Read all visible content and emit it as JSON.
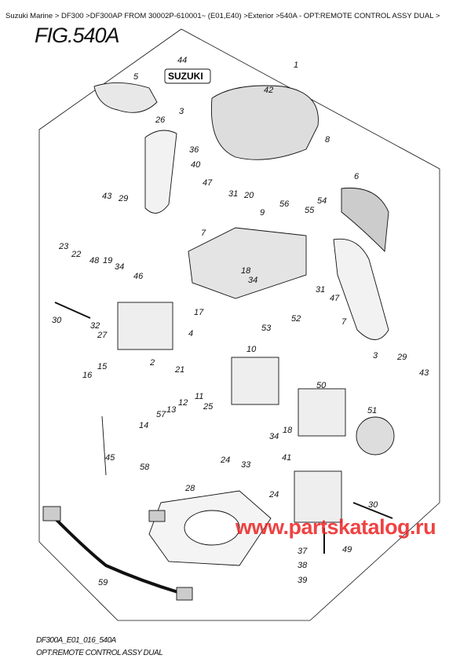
{
  "breadcrumb": "Suzuki Marine > DF300 >DF300AP FROM 30002P-610001~ (E01,E40) >Exterior >540A - OPT:REMOTE CONTROL ASSY DUAL >",
  "figure_title": "FIG.540A",
  "logo_text": "SUZUKI",
  "watermark": "www.partskatalog.ru",
  "footer": {
    "code": "DF300A_E01_016_540A",
    "name": "OPT:REMOTE CONTROL ASSY DUAL"
  },
  "part_labels": [
    "44",
    "1",
    "5",
    "42",
    "3",
    "26",
    "8",
    "36",
    "40",
    "6",
    "47",
    "43",
    "29",
    "31",
    "20",
    "56",
    "54",
    "55",
    "9",
    "7",
    "23",
    "22",
    "48",
    "19",
    "34",
    "46",
    "18",
    "34",
    "31",
    "47",
    "30",
    "32",
    "27",
    "52",
    "17",
    "53",
    "4",
    "7",
    "10",
    "15",
    "16",
    "2",
    "21",
    "3",
    "29",
    "43",
    "11",
    "12",
    "13",
    "57",
    "14",
    "50",
    "51",
    "25",
    "18",
    "34",
    "45",
    "24",
    "33",
    "41",
    "58",
    "24",
    "28",
    "30",
    "49",
    "37",
    "38",
    "39",
    "59"
  ],
  "colors": {
    "watermark": "#e22222",
    "line": "#111111"
  }
}
